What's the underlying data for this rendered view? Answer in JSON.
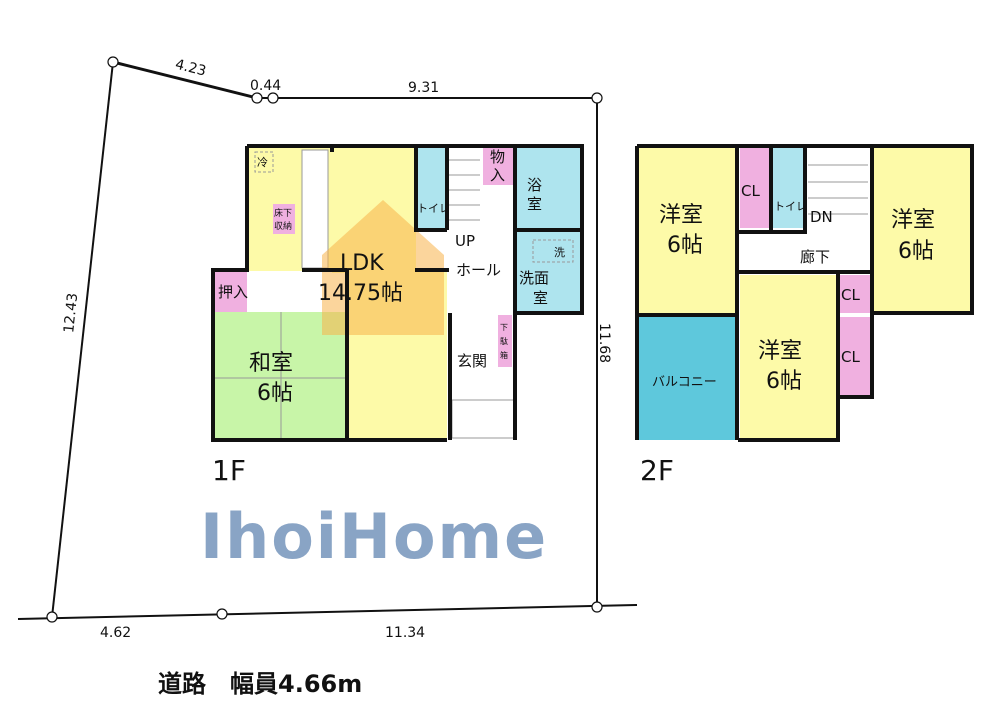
{
  "colors": {
    "living": "#fdfaa8",
    "japanese": "#c8f5a8",
    "wet": "#aee4ee",
    "storage": "#f0b0e0",
    "balcony": "#5ec8dc",
    "wall": "#111111",
    "watermark": "#285a96"
  },
  "lot": {
    "dims": {
      "top_left": "4.23",
      "top_mid": "0.44",
      "top_right": "9.31",
      "left": "12.43",
      "right": "11.68",
      "bottom_left": "4.62",
      "bottom_right": "11.34"
    }
  },
  "road_label": "道路　幅員4.66m",
  "watermark": "IhoiHome",
  "floor1": {
    "label": "1F",
    "rooms": {
      "fridge": "冷",
      "underfloor_a": "床下",
      "underfloor_b": "収納",
      "ldk": "LDK",
      "ldk_size": "14.75帖",
      "oshiire": "押入",
      "washitsu": "和室",
      "washitsu_size": "6帖",
      "toilet": "トイレ",
      "up": "UP",
      "hall": "ホール",
      "storage_a": "物",
      "storage_b": "入",
      "bath_a": "浴",
      "bath_b": "室",
      "washer": "洗",
      "washroom_a": "洗面",
      "washroom_b": "室",
      "entrance": "玄関",
      "shoe_a": "下",
      "shoe_b": "駄",
      "shoe_c": "箱"
    }
  },
  "floor2": {
    "label": "2F",
    "rooms": {
      "room_left": "洋室",
      "room_left_size": "6帖",
      "cl1": "CL",
      "toilet": "トイレ",
      "dn": "DN",
      "hall": "廊下",
      "room_right": "洋室",
      "room_right_size": "6帖",
      "cl2": "CL",
      "balcony": "バルコニー",
      "room_bottom": "洋室",
      "room_bottom_size": "6帖",
      "cl3": "CL"
    }
  }
}
